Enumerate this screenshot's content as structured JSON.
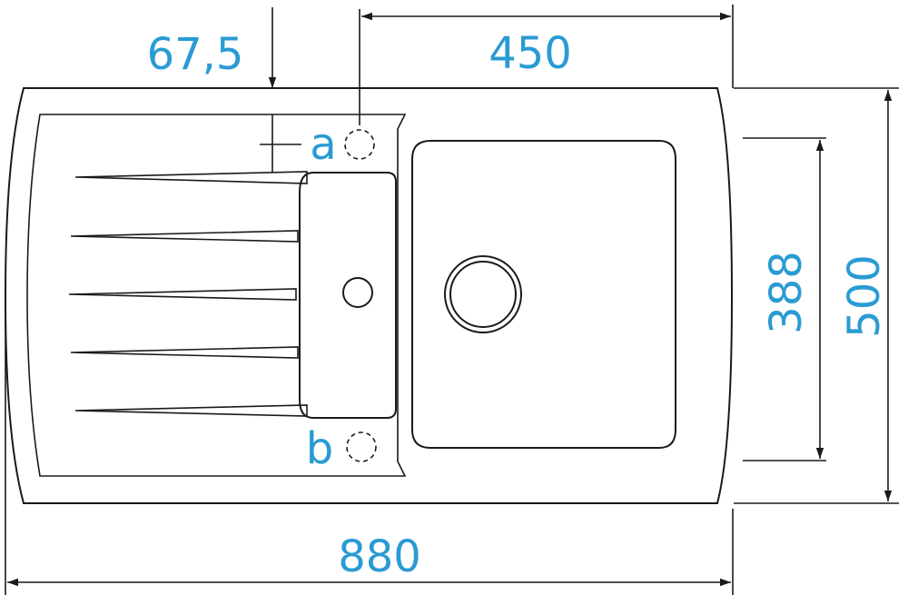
{
  "dimensions": {
    "overall_width": "880",
    "overall_depth": "500",
    "bowl_width": "450",
    "bowl_depth": "388",
    "hole_offset": "67,5"
  },
  "tap_holes": {
    "a": "a",
    "b": "b"
  },
  "colors": {
    "dimension_text": "#2a9bd3",
    "outline": "#1a1a1a",
    "background": "#ffffff"
  }
}
